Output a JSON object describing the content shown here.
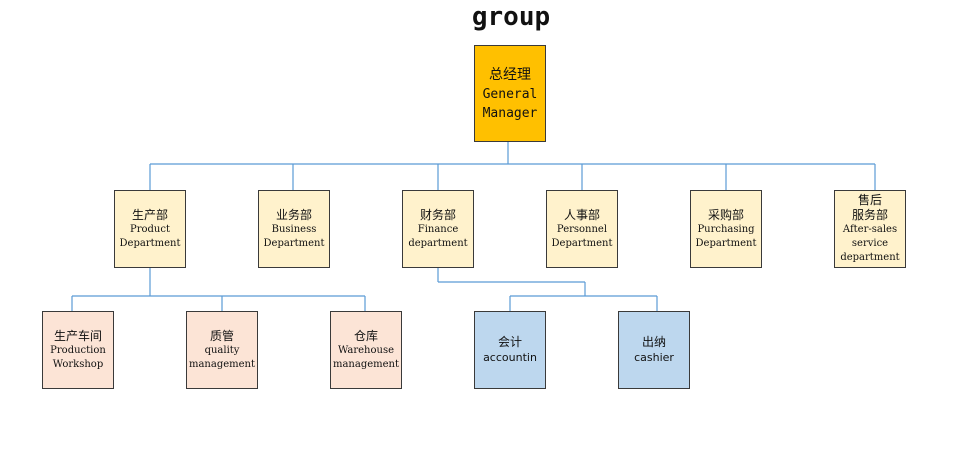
{
  "title": "group",
  "root": {
    "zh": "总经理",
    "en1": "General",
    "en2": "Manager"
  },
  "departments": [
    {
      "zh": "生产部",
      "en1": "Product",
      "en2": "Department"
    },
    {
      "zh": "业务部",
      "en1": "Business",
      "en2": "Department"
    },
    {
      "zh": "财务部",
      "en1": "Finance",
      "en2": "department"
    },
    {
      "zh": "人事部",
      "en1": "Personnel",
      "en2": "Department"
    },
    {
      "zh": "采购部",
      "en1": "Purchasing",
      "en2": "Department"
    },
    {
      "zh1": "售后",
      "zh2": "服务部",
      "en1": "After-sales",
      "en2": "service",
      "en3": "department"
    }
  ],
  "production_units": [
    {
      "zh": "生产车间",
      "en1": "Production",
      "en2": "Workshop"
    },
    {
      "zh": "质管",
      "en1": "quality",
      "en2": "management"
    },
    {
      "zh": "仓库",
      "en1": "Warehouse",
      "en2": "management"
    }
  ],
  "finance_units": [
    {
      "zh": "会计",
      "en": "accountin"
    },
    {
      "zh": "出纳",
      "en": "cashier"
    }
  ],
  "colors": {
    "root": "#ffc000",
    "department": "#fff2cc",
    "production_unit": "#fce4d6",
    "finance_unit": "#bdd7ee",
    "connector": "#5b9bd5"
  }
}
